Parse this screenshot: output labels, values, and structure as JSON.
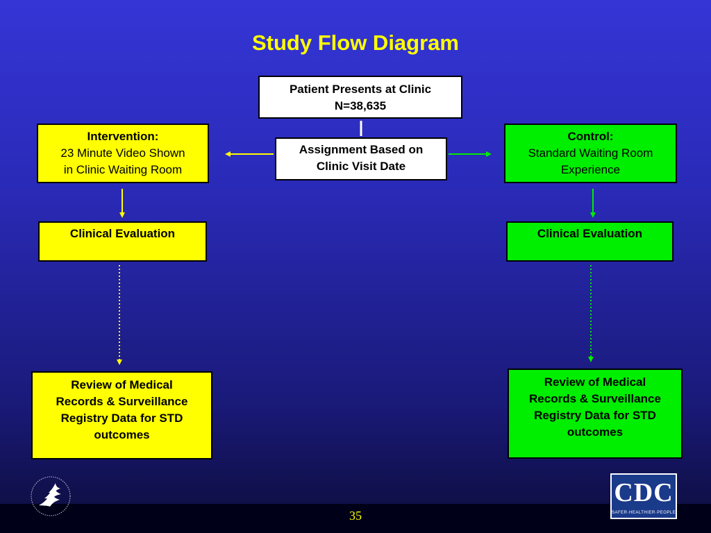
{
  "title": "Study Flow Diagram",
  "boxes": {
    "patient": {
      "line1": "Patient Presents at Clinic",
      "line2": "N=38,635"
    },
    "assignment": {
      "line1": "Assignment Based on",
      "line2": "Clinic Visit Date"
    },
    "intervention": {
      "heading": "Intervention:",
      "line1": "23 Minute Video Shown",
      "line2": "in Clinic Waiting Room"
    },
    "control": {
      "heading": "Control:",
      "line1": "Standard Waiting Room",
      "line2": "Experience"
    },
    "eval_left": {
      "label": "Clinical Evaluation"
    },
    "eval_right": {
      "label": "Clinical Evaluation"
    },
    "review_left": {
      "line1": "Review of Medical",
      "line2": "Records & Surveillance",
      "line3": "Registry Data for STD",
      "line4": "outcomes"
    },
    "review_right": {
      "line1": "Review of Medical",
      "line2": "Records & Surveillance",
      "line3": "Registry Data for STD",
      "line4": "outcomes"
    }
  },
  "footer": {
    "page_number": "35",
    "cdc_logo_text": "CDC",
    "cdc_tagline": "SAFER·HEALTHIER·PEOPLE"
  },
  "colors": {
    "title": "#ffff00",
    "intervention": "#ffff00",
    "control": "#00ee00",
    "neutral": "#ffffff"
  },
  "icons": {
    "hhs_seal": "hhs-eagle-seal-icon",
    "cdc_logo": "cdc-logo"
  }
}
